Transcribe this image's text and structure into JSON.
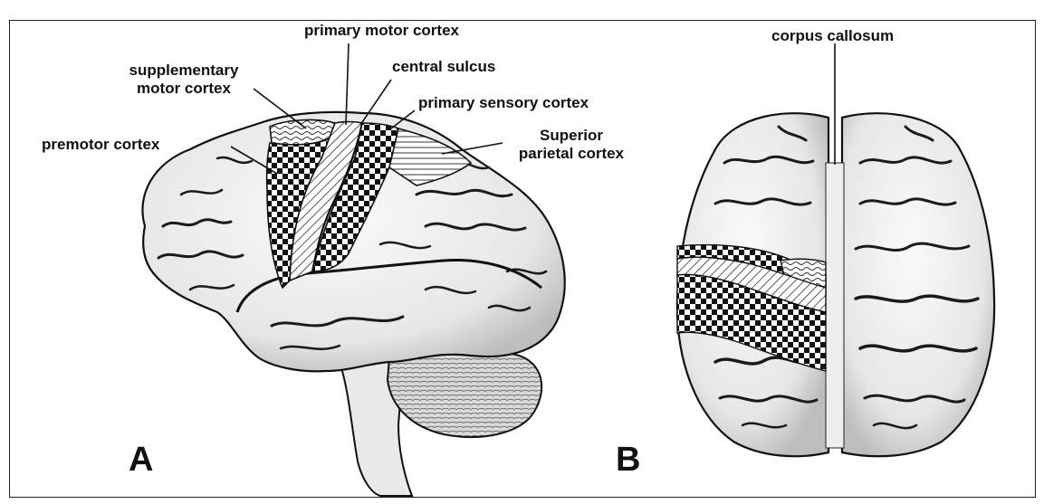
{
  "figure": {
    "panel_a": {
      "letter": "A",
      "labels": {
        "primary_motor": "primary motor cortex",
        "central_sulcus": "central sulcus",
        "supplementary_1": "supplementary",
        "supplementary_2": "motor cortex",
        "primary_sensory": "primary sensory cortex",
        "premotor": "premotor cortex",
        "superior_parietal_1": "Superior",
        "superior_parietal_2": "parietal cortex"
      }
    },
    "panel_b": {
      "letter": "B",
      "labels": {
        "corpus_callosum": "corpus callosum"
      }
    },
    "colors": {
      "ink": "#111111",
      "brain_fill": "#f2f2f2",
      "sulcus": "#1a1a1a"
    }
  }
}
